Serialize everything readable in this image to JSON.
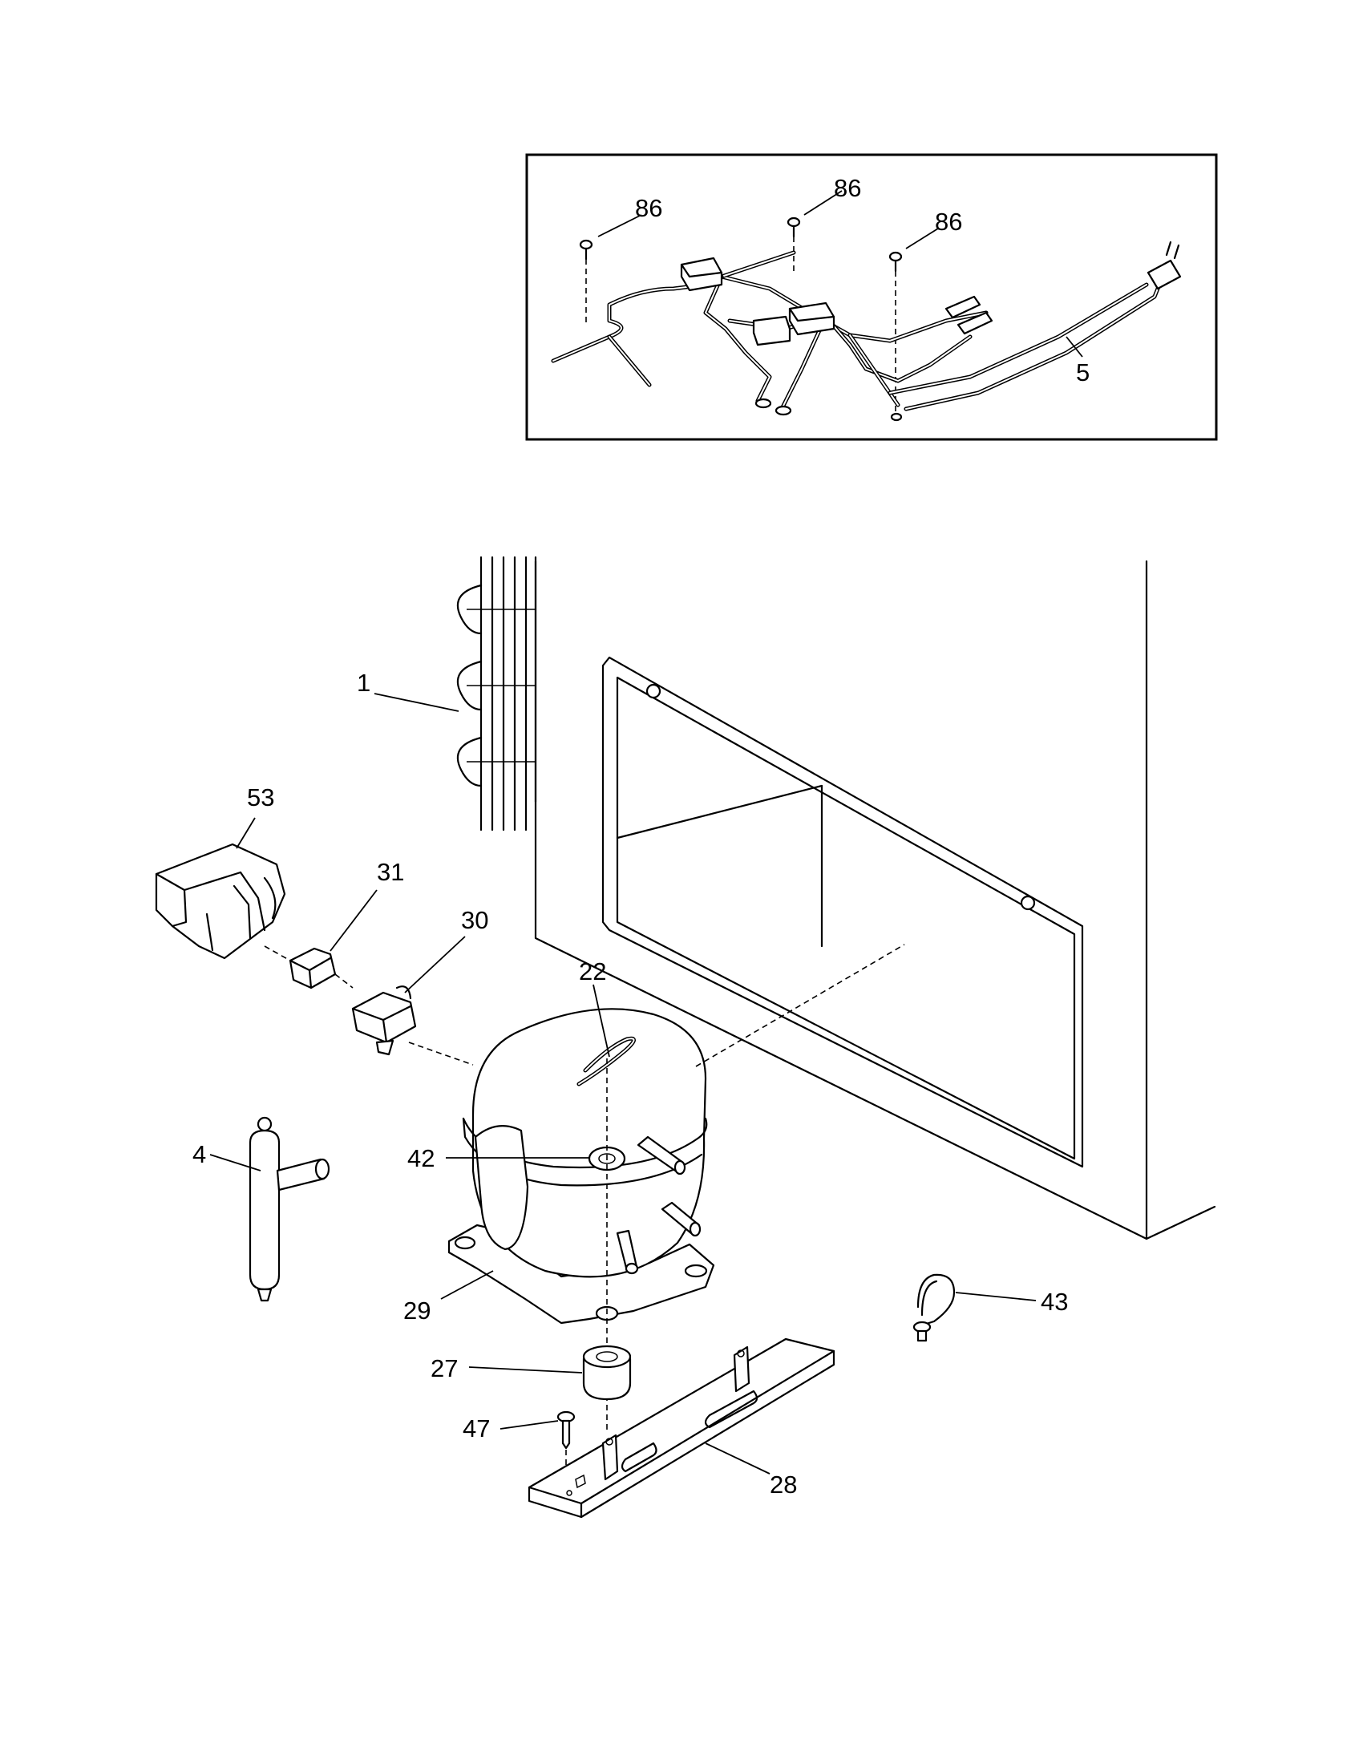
{
  "callouts": {
    "screw_a": "86",
    "screw_b": "86",
    "screw_c": "86",
    "power_cord": "5",
    "condenser": "1",
    "relay_cover": "53",
    "overload": "31",
    "relay": "30",
    "clip": "22",
    "drier": "4",
    "grommet": "42",
    "compressor": "29",
    "mount": "27",
    "screw_mount": "47",
    "base_rail": "28",
    "tube_clamp": "43"
  }
}
